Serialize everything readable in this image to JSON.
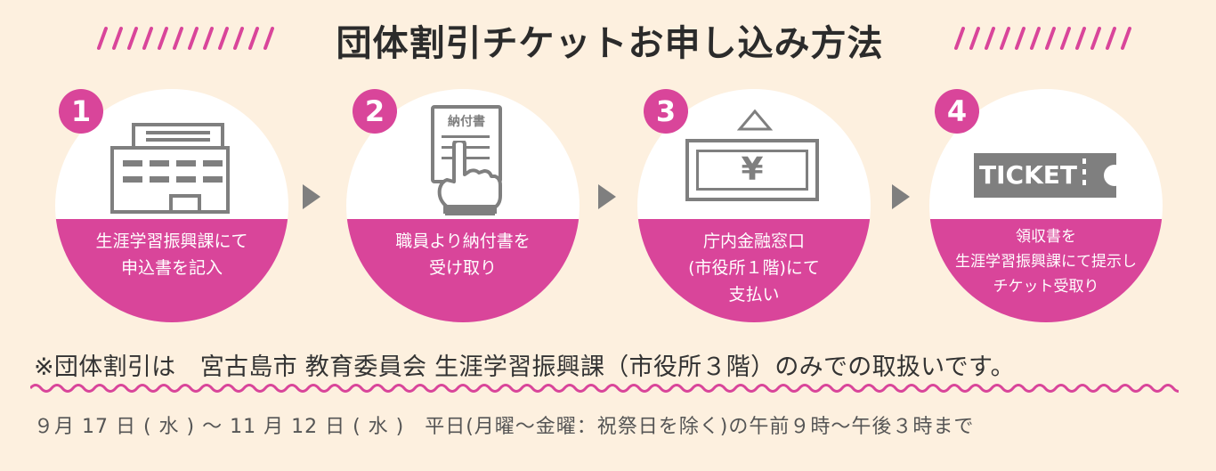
{
  "header": {
    "title": "団体割引チケットお申し込み方法"
  },
  "colors": {
    "accent": "#d9459a",
    "background": "#fdf0df",
    "icon_gray": "#7f7f7f"
  },
  "steps": [
    {
      "number": "1",
      "icon": "office-building-icon",
      "caption": "生涯学習振興課にて\n申込書を記入"
    },
    {
      "number": "2",
      "icon": "payment-slip-hand-icon",
      "icon_label": "納付書",
      "caption": "職員より納付書を\n受け取り"
    },
    {
      "number": "3",
      "icon": "yen-banknote-icon",
      "icon_label": "¥",
      "caption": "庁内金融窓口\n(市役所１階)にて\n支払い"
    },
    {
      "number": "4",
      "icon": "ticket-icon",
      "icon_label": "TICKET",
      "caption": "領収書を\n生涯学習振興課にて提示し\nチケット受取り"
    }
  ],
  "note": "※団体割引は　宮古島市 教育委員会 生涯学習振興課（市役所３階）のみでの取扱いです。",
  "period": "９月 17 日 ( 水 ) ～ 11 月 12 日 ( 水 )　平日(月曜～金曜：祝祭日を除く)の午前９時～午後３時まで"
}
